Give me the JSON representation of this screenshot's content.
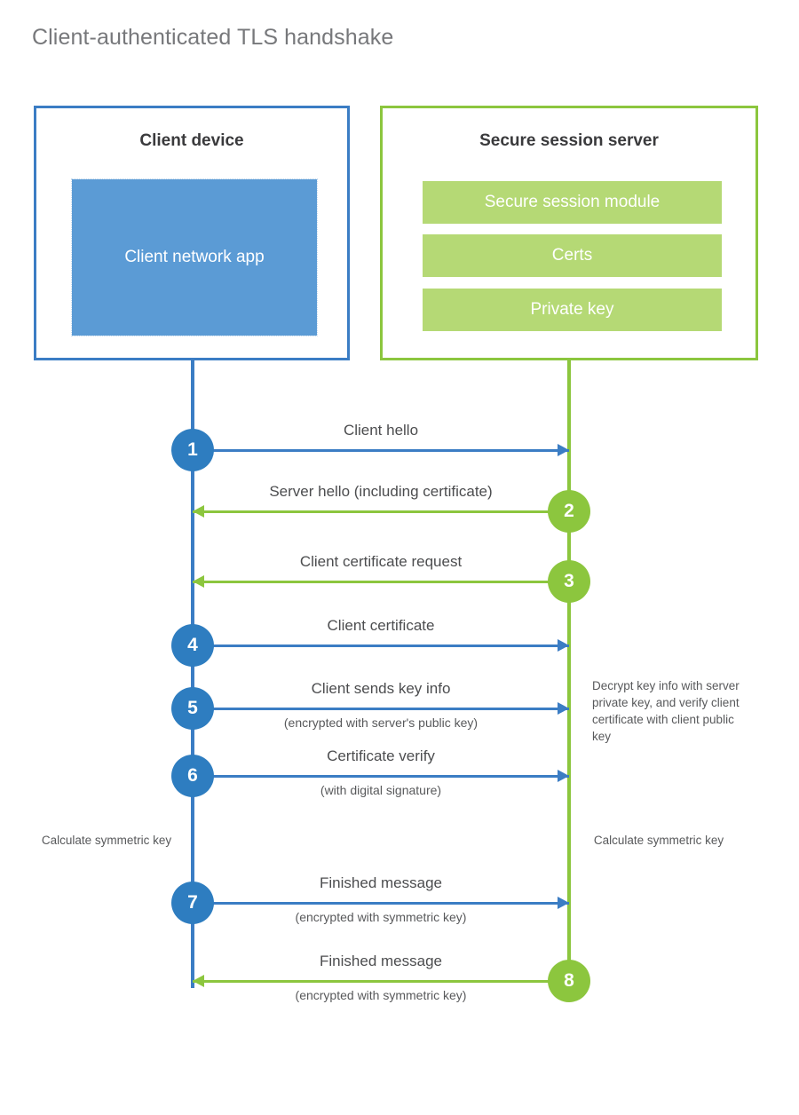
{
  "title": "Client-authenticated TLS handshake",
  "colors": {
    "blue_border": "#3b7dc4",
    "blue_fill": "#5b9bd5",
    "blue_badge": "#2e7dc0",
    "green_border": "#8cc63e",
    "green_fill": "#b5d975",
    "green_badge": "#8cc63e",
    "title_text": "#77787b",
    "body_text": "#58595b"
  },
  "client": {
    "title": "Client device",
    "app_label": "Client network app"
  },
  "server": {
    "title": "Secure session server",
    "modules": [
      {
        "label": "Secure session module"
      },
      {
        "label": "Certs"
      },
      {
        "label": "Private key"
      }
    ]
  },
  "messages": [
    {
      "step": "1",
      "label": "Client hello",
      "sublabel": "",
      "direction": "client-to-server",
      "color": "blue"
    },
    {
      "step": "2",
      "label": "Server hello (including certificate)",
      "sublabel": "",
      "direction": "server-to-client",
      "color": "green"
    },
    {
      "step": "3",
      "label": "Client certificate request",
      "sublabel": "",
      "direction": "server-to-client",
      "color": "green"
    },
    {
      "step": "4",
      "label": "Client certificate",
      "sublabel": "",
      "direction": "client-to-server",
      "color": "blue"
    },
    {
      "step": "5",
      "label": "Client sends key info",
      "sublabel": "(encrypted with server's public key)",
      "direction": "client-to-server",
      "color": "blue"
    },
    {
      "step": "6",
      "label": "Certificate verify",
      "sublabel": "(with digital signature)",
      "direction": "client-to-server",
      "color": "blue"
    },
    {
      "step": "7",
      "label": "Finished message",
      "sublabel": "(encrypted with symmetric key)",
      "direction": "client-to-server",
      "color": "blue"
    },
    {
      "step": "8",
      "label": "Finished message",
      "sublabel": "(encrypted with symmetric key)",
      "direction": "server-to-client",
      "color": "green"
    }
  ],
  "annotations": {
    "server_decrypt": "Decrypt key info with server private key, and verify client certificate with client public key",
    "client_calculate": "Calculate symmetric key",
    "server_calculate": "Calculate symmetric key"
  }
}
